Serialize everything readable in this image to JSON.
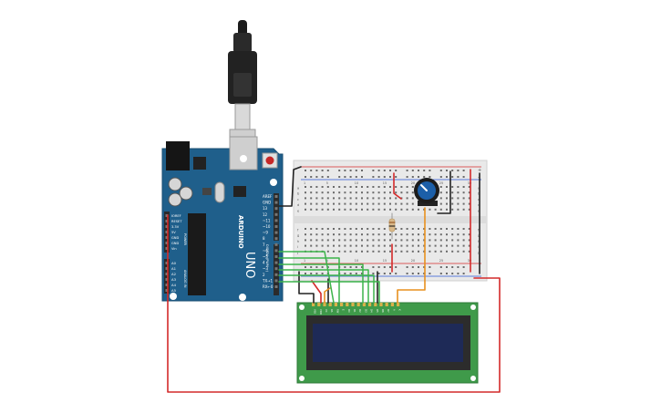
{
  "board": {
    "brand": "ARDUINO",
    "model": "UNO",
    "digital_pins": [
      "AREF",
      "GND",
      "13",
      "12",
      "~11",
      "~10",
      "~9",
      "8",
      "7",
      "~6",
      "~5",
      "4",
      "~3",
      "2",
      "TX→1",
      "RX←0"
    ],
    "digital_header_label": "DIGITAL (PWM ~)",
    "power_pins": [
      "IOREF",
      "RESET",
      "3.3V",
      "5V",
      "GND",
      "GND",
      "Vin"
    ],
    "power_header_label": "POWER",
    "analog_pins": [
      "A0",
      "A1",
      "A2",
      "A3",
      "A4",
      "A5"
    ],
    "analog_header_label": "ANALOG IN"
  },
  "breadboard": {
    "rail_plus": "+",
    "rail_minus": "-",
    "column_numbers": [
      "1",
      "5",
      "10",
      "15",
      "20",
      "25",
      "30"
    ],
    "row_letters": [
      "a",
      "b",
      "c",
      "d",
      "e",
      "f",
      "g",
      "h",
      "i",
      "j"
    ]
  },
  "lcd": {
    "pin_labels": [
      "VSS",
      "VDD",
      "V0",
      "RS",
      "RW",
      "E",
      "D0",
      "D1",
      "D2",
      "D3",
      "D4",
      "D5",
      "D6",
      "D7",
      "A",
      "K"
    ]
  },
  "colors": {
    "board": "#1f5f8b",
    "board_edge": "#184d72",
    "header": "#2b2b2b",
    "wire_red": "#d42a2a",
    "wire_black": "#222222",
    "wire_green": "#3cb44b",
    "wire_orange": "#e8901f",
    "lcd_pcb": "#3f9a4a",
    "lcd_screen": "#1e2a57",
    "lcd_bezel": "#2c2c2c",
    "breadboard": "#e9e9e9",
    "pot_knob": "#1c5fa8",
    "resistor": "#d9b98a"
  },
  "icons": {
    "usb_cable": "usb-cable-icon",
    "reset_button": "reset-button-icon",
    "potentiometer": "potentiometer-icon",
    "resistor": "resistor-icon"
  }
}
